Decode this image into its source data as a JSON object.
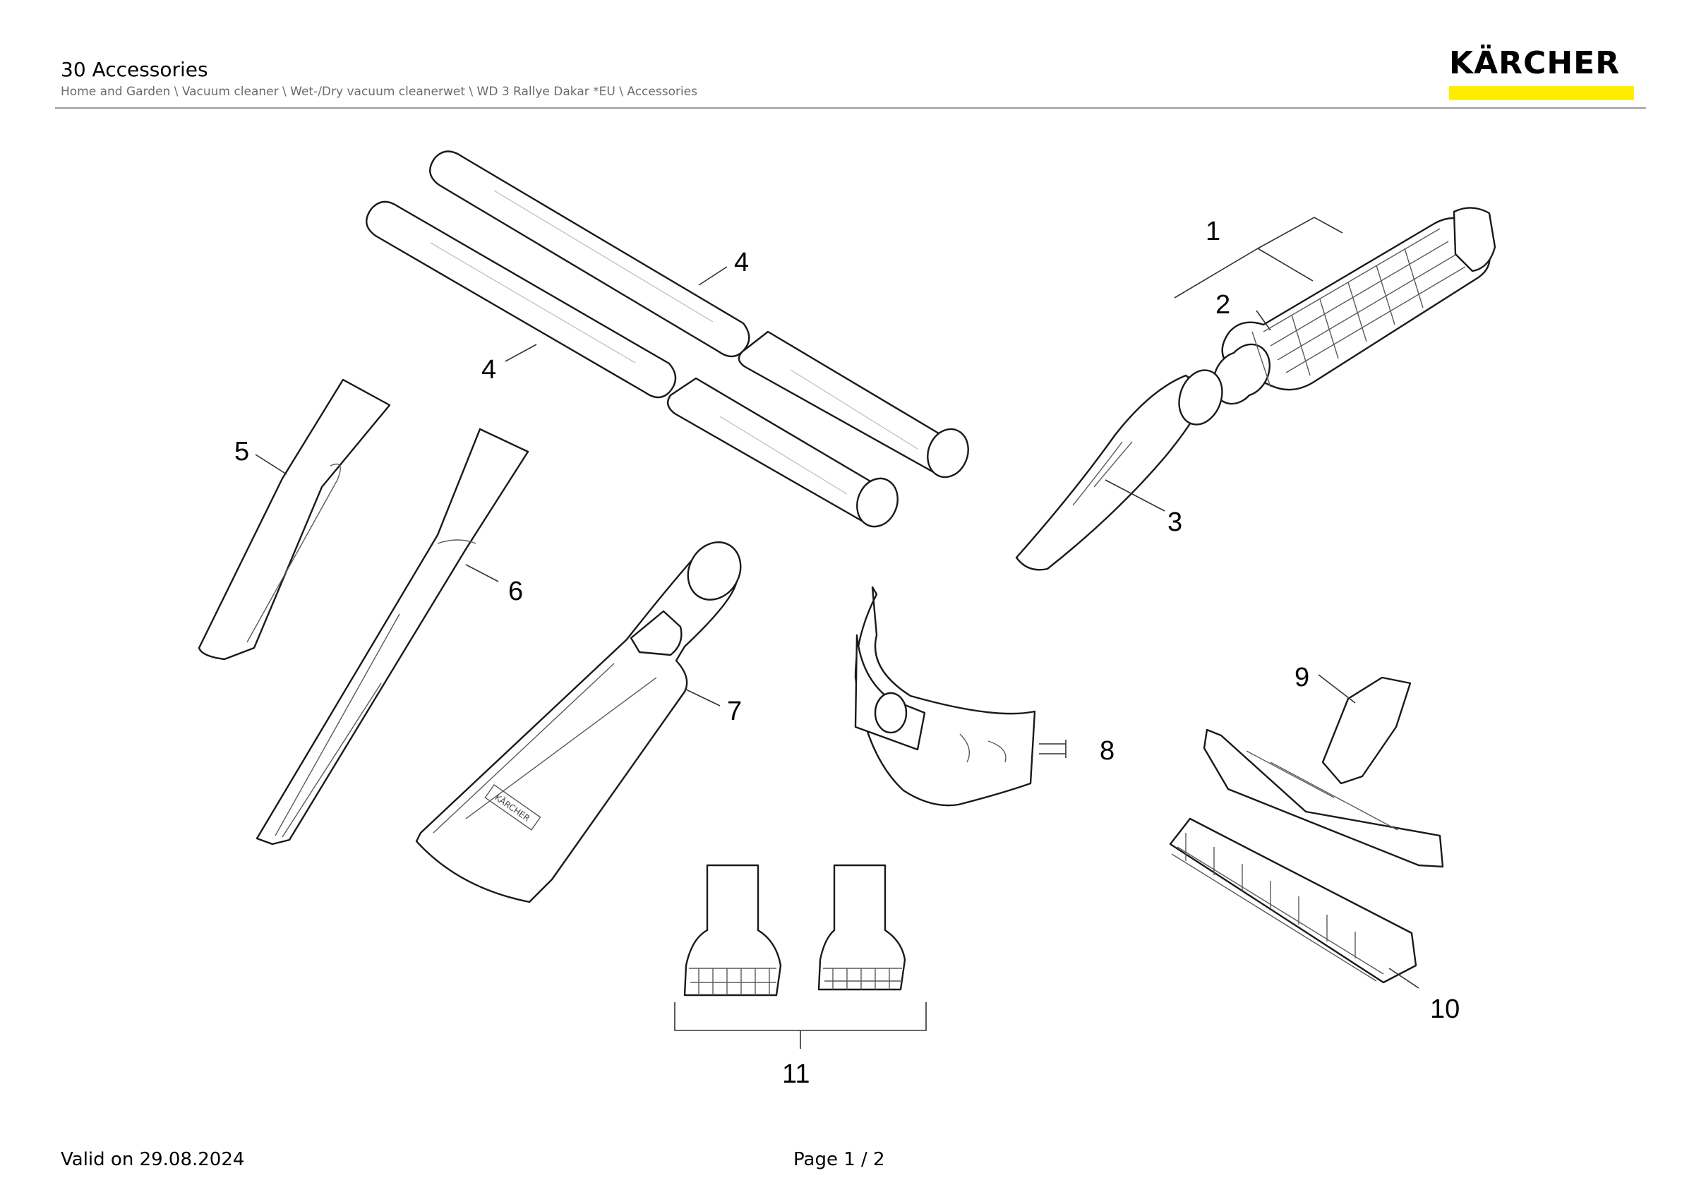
{
  "header": {
    "title": "30 Accessories",
    "breadcrumb": "Home and Garden \\ Vacuum cleaner \\ Wet-/Dry vacuum cleanerwet \\ WD 3 Rallye Dakar *EU \\ Accessories",
    "logo_text": "KÄRCHER",
    "logo_bar_color": "#ffed00"
  },
  "diagram": {
    "callouts": [
      "1",
      "2",
      "3",
      "4",
      "4",
      "5",
      "6",
      "7",
      "8",
      "9",
      "10",
      "11"
    ],
    "embossed_text": "KÄRCHER"
  },
  "footer": {
    "valid": "Valid on 29.08.2024",
    "page": "Page 1 / 2"
  }
}
